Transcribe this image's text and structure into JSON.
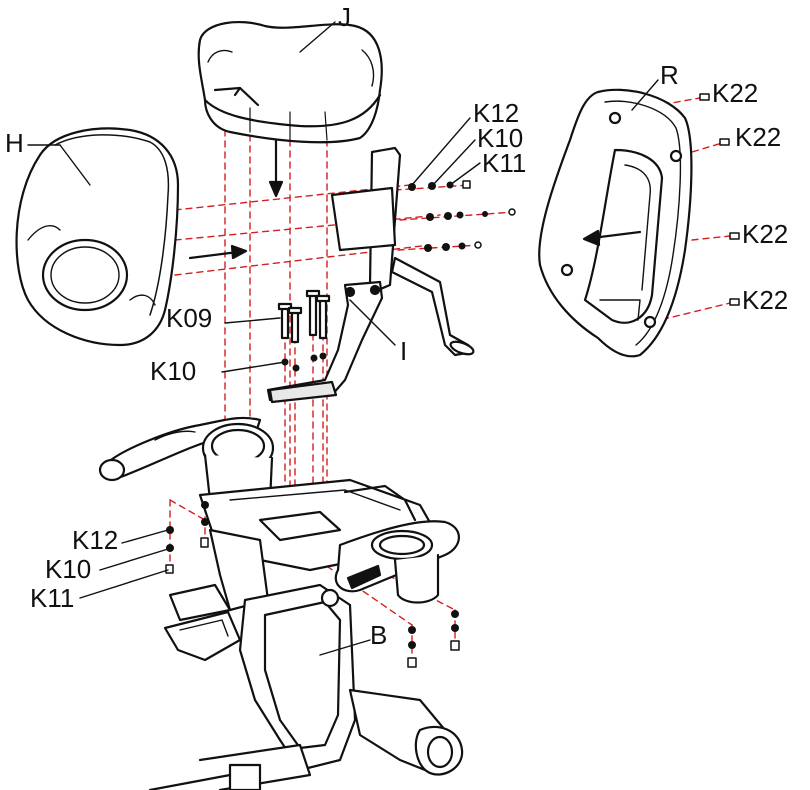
{
  "labels": {
    "J": "J",
    "H": "H",
    "R": "R",
    "I": "I",
    "B": "B",
    "K12_top": "K12",
    "K10_top": "K10",
    "K11_top": "K11",
    "K22_1": "K22",
    "K22_2": "K22",
    "K22_3": "K22",
    "K22_4": "K22",
    "K09": "K09",
    "K10_mid": "K10",
    "K12_left": "K12",
    "K10_left": "K10",
    "K11_left": "K11"
  },
  "colors": {
    "line": "#111111",
    "guide": "#d42020",
    "shade": "#d9d9d9",
    "fill": "#ffffff"
  }
}
